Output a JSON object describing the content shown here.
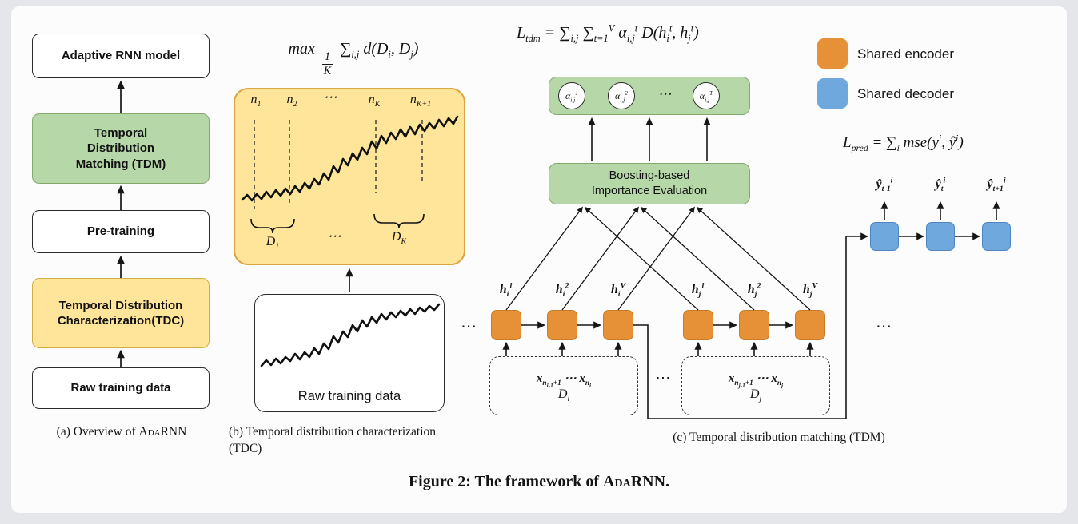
{
  "figure": {
    "caption_prefix": "Figure 2: The framework of ",
    "brand": "AdaRNN",
    "caption_suffix": ".",
    "colors": {
      "encoder_orange": "#e69138",
      "decoder_blue": "#6fa8dc",
      "tdm_green": "#b6d7a8",
      "tdc_yellow": "#ffe599",
      "background": "#e4e6e9",
      "paper": "#fcfcfd",
      "line": "#161616"
    }
  },
  "panel_a": {
    "caption_prefix": "(a) Overview of ",
    "brand": "AdaRNN",
    "boxes": [
      {
        "label": "Adaptive RNN model"
      },
      {
        "label": "Temporal Distribution Matching (TDM)"
      },
      {
        "label": "Pre-training"
      },
      {
        "label": "Temporal Distribution Characterization(TDC)"
      },
      {
        "label": "Raw training data"
      }
    ]
  },
  "panel_b": {
    "caption": "(b) Temporal distribution characterization (TDC)",
    "objective": {
      "prefix": "max",
      "frac_num": "1",
      "frac_den": "K",
      "body": "∑_{i,j} d(D_{i}, D_{j})"
    },
    "segment_labels": [
      "n_{1}",
      "n_{2}",
      "⋯",
      "n_{K}",
      "n_{K+1}"
    ],
    "brace_labels": [
      "D_{1}",
      "⋯",
      "D_{K}"
    ],
    "raw_data_label": "Raw training data"
  },
  "panel_c": {
    "caption": "(c) Temporal distribution matching (TDM)",
    "loss_tdm": "L_{tdm} = ∑_{i,j} ∑_{t=1}^{V} α_{i,j}^{t} D(h_{i}^{t}, h_{j}^{t})",
    "loss_pred": "L_{pred} = ∑_{i} mse(y^{i}, ŷ^{i})",
    "alpha_labels": [
      "α_{i,j}^{1}",
      "α_{i,j}^{2}",
      "⋯",
      "α_{i,j}^{T}"
    ],
    "boosting_label": "Boosting-based Importance Evaluation",
    "encoder_labels": [
      "h_{i}^{1}",
      "h_{i}^{2}",
      "h_{i}^{V}",
      "h_{j}^{1}",
      "h_{j}^{2}",
      "h_{j}^{V}"
    ],
    "input_boxes": [
      {
        "x_label": "x_{n_{i-1}+1} ⋯ x_{n_{i}}",
        "d_label": "D_{i}"
      },
      {
        "x_label": "x_{n_{j-1}+1} ⋯ x_{n_{j}}",
        "d_label": "D_{j}"
      }
    ],
    "decoder_output_labels": [
      "ŷ_{t-1}^{i}",
      "ŷ_{t}^{i}",
      "ŷ_{t+1}^{i}"
    ],
    "ellipsis": "⋯",
    "legend": [
      {
        "label": "Shared encoder"
      },
      {
        "label": "Shared decoder"
      }
    ]
  }
}
